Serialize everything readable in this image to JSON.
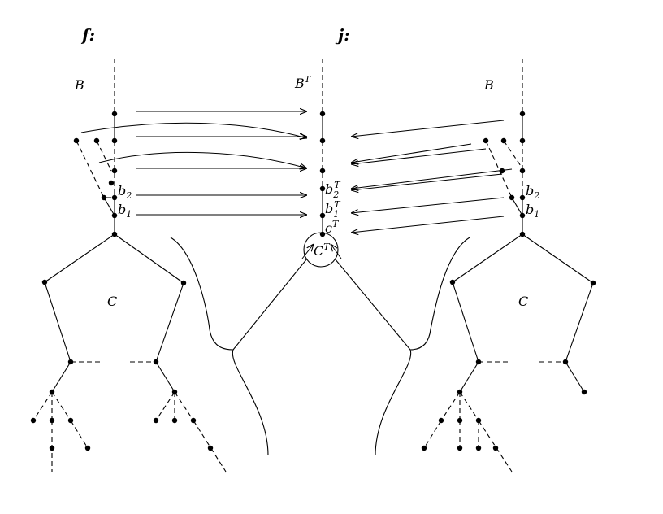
{
  "labels": {
    "f_title": "f:",
    "j_title": "j:",
    "B_left": "B",
    "B_right": "B",
    "BT": "B",
    "BT_sup": "T",
    "C_left": "C",
    "C_right": "C",
    "CT": "C",
    "CT_sup": "T",
    "cT": "c",
    "cT_sup": "T",
    "b2_left": "b",
    "b2_left_sub": "2",
    "b1_left": "b",
    "b1_left_sub": "1",
    "b2_right": "b",
    "b2_right_sub": "2",
    "b1_right": "b",
    "b1_right_sub": "1",
    "b2T": "b",
    "b2T_sub": "2",
    "b2T_sup": "T",
    "b1T": "b",
    "b1T_sub": "1",
    "b1T_sup": "T"
  }
}
